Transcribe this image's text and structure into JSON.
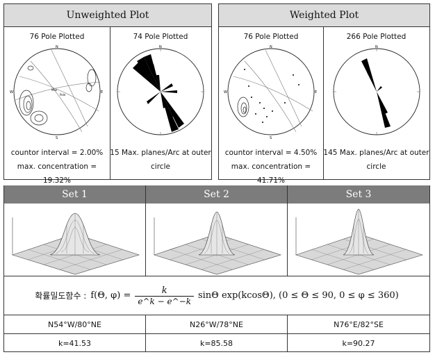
{
  "unweighted": {
    "title": "Unweighted Plot",
    "left_label": "76 Pole Plotted",
    "right_label": "74 Pole Plotted",
    "contour_line": "countor interval = 2.00%",
    "max_line": "max. concentration = 19.32%",
    "rose_line1": "15 Max. planes/Arc at outer",
    "rose_line2": "circle"
  },
  "weighted": {
    "title": "Weighted Plot",
    "left_label": "76 Pole Plotted",
    "right_label": "266 Pole Plotted",
    "contour_line": "countor interval = 4.50%",
    "max_line": "max. concentration = 41.71%",
    "rose_line1": "145 Max. planes/Arc at outer",
    "rose_line2": "circle"
  },
  "sets": [
    {
      "name": "Set 1",
      "orientation": "N54°W/80°NE",
      "k": "k=41.53"
    },
    {
      "name": "Set 2",
      "orientation": "N26°W/78°NE",
      "k": "k=85.58"
    },
    {
      "name": "Set 3",
      "orientation": "N76°E/82°SE",
      "k": "k=90.27"
    }
  ],
  "formula": {
    "label": "확률밀도함수 :",
    "lhs": "f(Θ, φ) =",
    "numerator": "k",
    "denominator": "e^k − e^−k",
    "rhs": "sinΘ exp(kcosΘ), (0 ≤ Θ ≤ 90, 0 ≤ φ ≤ 360)"
  }
}
